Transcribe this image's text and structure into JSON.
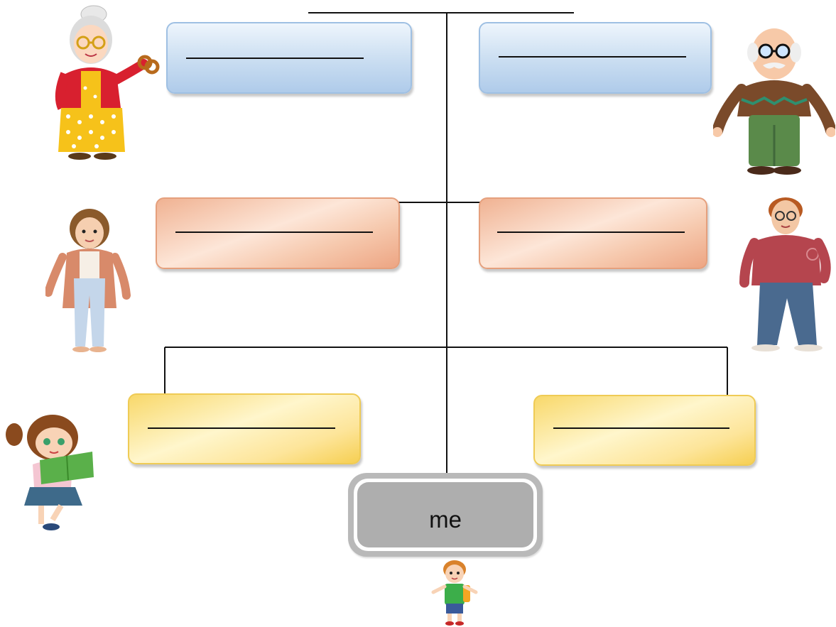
{
  "diagram": {
    "type": "family-tree worksheet",
    "me_label": "me",
    "blank_boxes": [
      {
        "generation": "grandparents",
        "side": "left",
        "color": "#c9ddf1",
        "figure": "grandmother"
      },
      {
        "generation": "grandparents",
        "side": "right",
        "color": "#c9ddf1",
        "figure": "grandfather"
      },
      {
        "generation": "parents",
        "side": "left",
        "color": "#f6c9ae",
        "figure": "mother"
      },
      {
        "generation": "parents",
        "side": "right",
        "color": "#f6c9ae",
        "figure": "father"
      },
      {
        "generation": "siblings",
        "side": "left",
        "color": "#fde59a",
        "figure": "sister"
      },
      {
        "generation": "siblings",
        "side": "right",
        "color": "#fde59a",
        "figure": null
      }
    ],
    "me_box_color": "#aeaeae",
    "line_color": "#111111",
    "figures": [
      "grandmother",
      "grandfather",
      "mother",
      "father",
      "sister",
      "boy"
    ]
  }
}
